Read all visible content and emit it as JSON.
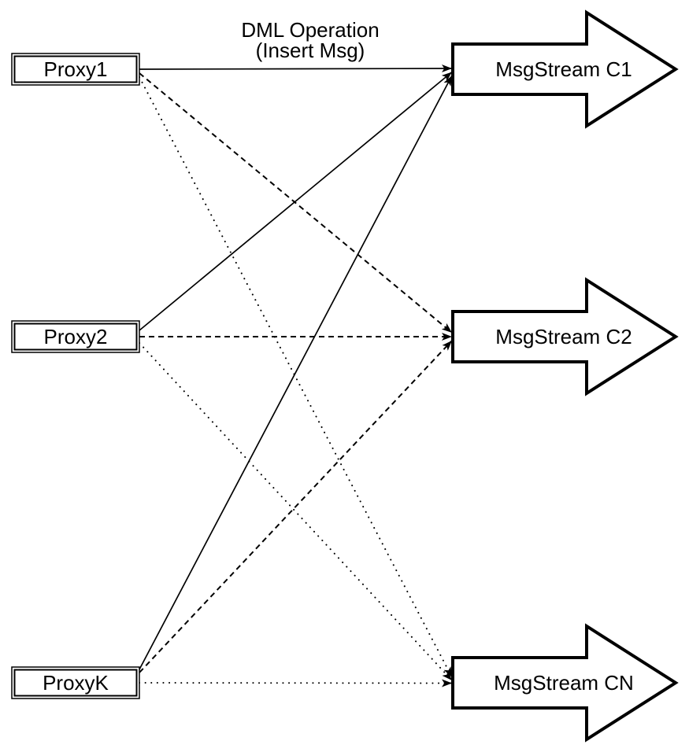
{
  "diagram": {
    "annotation": {
      "line1": "DML Operation",
      "line2": "(Insert Msg)"
    },
    "nodes": {
      "proxies": [
        {
          "id": "proxy1",
          "label": "Proxy1"
        },
        {
          "id": "proxy2",
          "label": "Proxy2"
        },
        {
          "id": "proxyk",
          "label": "ProxyK"
        }
      ],
      "streams": [
        {
          "id": "msgstream-c1",
          "label": "MsgStream C1",
          "incoming_line_style": "solid"
        },
        {
          "id": "msgstream-c2",
          "label": "MsgStream C2",
          "incoming_line_style": "dashed"
        },
        {
          "id": "msgstream-cn",
          "label": "MsgStream CN",
          "incoming_line_style": "dotted"
        }
      ]
    },
    "connections": [
      {
        "from": "Proxy1",
        "to": "MsgStream C1",
        "style": "solid"
      },
      {
        "from": "Proxy1",
        "to": "MsgStream C2",
        "style": "dashed"
      },
      {
        "from": "Proxy1",
        "to": "MsgStream CN",
        "style": "dotted"
      },
      {
        "from": "Proxy2",
        "to": "MsgStream C1",
        "style": "solid"
      },
      {
        "from": "Proxy2",
        "to": "MsgStream C2",
        "style": "dashed"
      },
      {
        "from": "Proxy2",
        "to": "MsgStream CN",
        "style": "dotted"
      },
      {
        "from": "ProxyK",
        "to": "MsgStream C1",
        "style": "solid"
      },
      {
        "from": "ProxyK",
        "to": "MsgStream C2",
        "style": "dashed"
      },
      {
        "from": "ProxyK",
        "to": "MsgStream CN",
        "style": "dotted"
      }
    ],
    "colors": {
      "stroke": "#000000",
      "fill": "#ffffff",
      "background": "#ffffff"
    }
  }
}
